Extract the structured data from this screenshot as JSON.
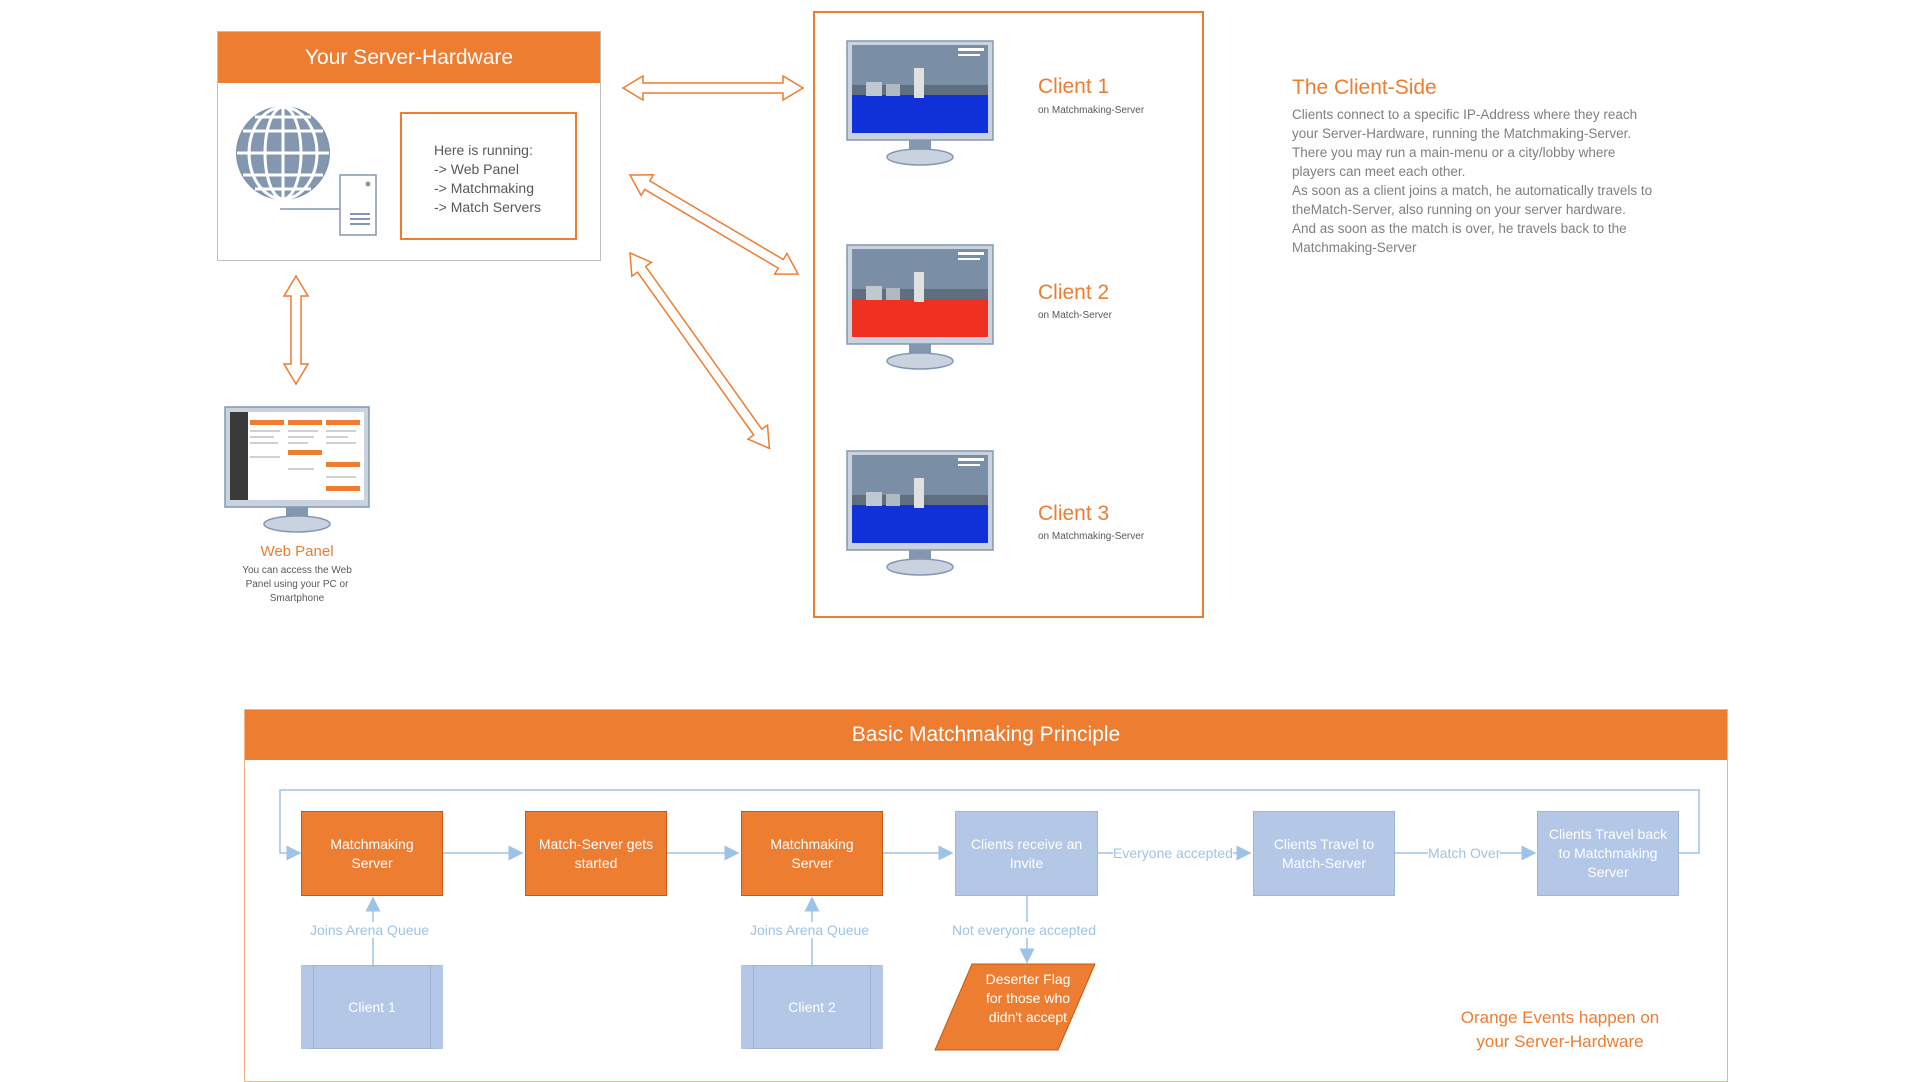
{
  "server": {
    "title": "Your Server-Hardware",
    "running_heading": "Here is  running:",
    "running_items": [
      "-> Web Panel",
      "-> Matchmaking",
      "-> Match Servers"
    ]
  },
  "web_panel": {
    "title": "Web Panel",
    "description": "You can access the Web Panel using your PC or Smartphone"
  },
  "clients": [
    {
      "title": "Client 1",
      "sub": "on Matchmaking-Server",
      "floor": "#1030d8"
    },
    {
      "title": "Client 2",
      "sub": "on Match-Server",
      "floor": "#f03020"
    },
    {
      "title": "Client 3",
      "sub": "on Matchmaking-Server",
      "floor": "#1030d8"
    }
  ],
  "client_side": {
    "title": "The Client-Side",
    "lines": [
      "Clients connect to a specific IP-Address where they reach",
      "your Server-Hardware, running the Matchmaking-Server.",
      "There you may run a main-menu or a city/lobby where",
      "players can meet each other.",
      "As soon as a client joins a match, he automatically travels to",
      "theMatch-Server, also running on your server hardware.",
      "And as soon as the match is over, he travels back to the",
      "Matchmaking-Server"
    ]
  },
  "principle": {
    "title": "Basic Matchmaking Principle",
    "nodes": {
      "mm1": "Matchmaking Server",
      "ms_start": "Match-Server gets started",
      "mm2": "Matchmaking Server",
      "invite": "Clients receive an Invite",
      "travel_to": "Clients Travel to Match-Server",
      "travel_back": "Clients Travel back to Matchmaking Server",
      "client1": "Client 1",
      "client2": "Client 2",
      "deserter": "Deserter Flag for those who didn't accept"
    },
    "labels": {
      "joins1": "Joins Arena Queue",
      "joins2": "Joins Arena Queue",
      "everyone": "Everyone accepted",
      "match_over": "Match Over",
      "not_everyone": "Not everyone accepted"
    },
    "note": "Orange Events happen on your Server-Hardware"
  },
  "colors": {
    "accent": "#ed7d31",
    "flow_blue": "#b4c7e7",
    "arrow_blue": "#9dc3e6"
  }
}
